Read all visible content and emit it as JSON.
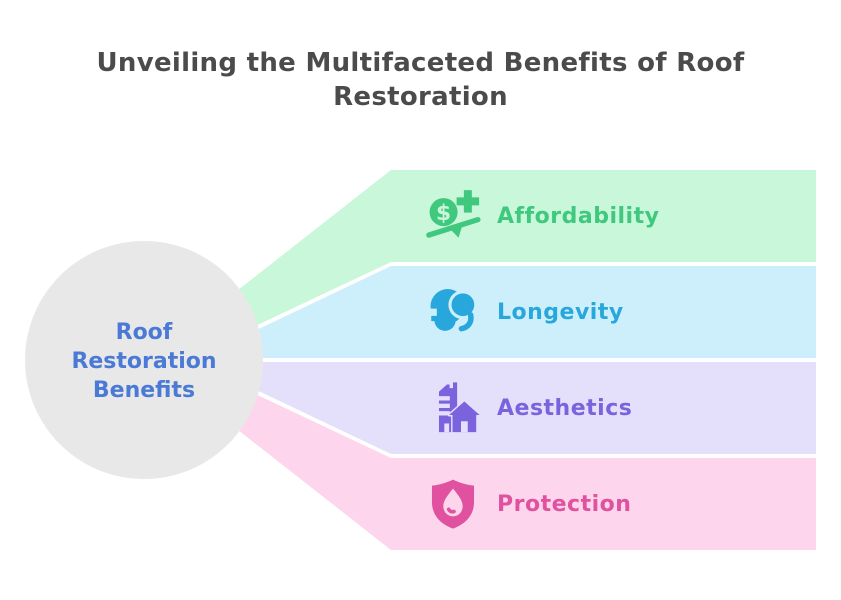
{
  "title": "Unveiling the Multifaceted Benefits of Roof\nRestoration",
  "title_color": "#4b4b4b",
  "hub": {
    "label": "Roof\nRestoration\nBenefits",
    "bg": "#e8e8e8",
    "color": "#4a7ad6"
  },
  "branches": [
    {
      "label": "Affordability",
      "icon": "money-scale-plus-icon",
      "colors": {
        "band": "#c8f7da",
        "accent": "#40c87e"
      }
    },
    {
      "label": "Longevity",
      "icon": "helmet-head-icon",
      "colors": {
        "band": "#cdeffb",
        "accent": "#28a7dc"
      }
    },
    {
      "label": "Aesthetics",
      "icon": "building-house-icon",
      "colors": {
        "band": "#e4e0fb",
        "accent": "#7a63dd"
      }
    },
    {
      "label": "Protection",
      "icon": "shield-droplet-icon",
      "colors": {
        "band": "#fdd6ed",
        "accent": "#e0519f"
      }
    }
  ]
}
